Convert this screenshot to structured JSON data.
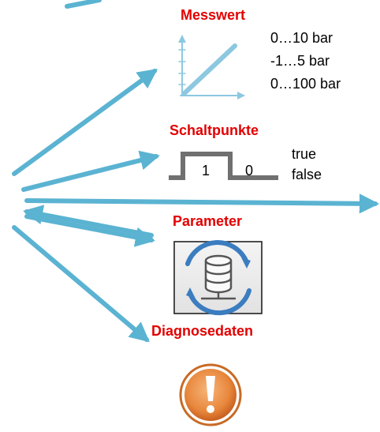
{
  "colors": {
    "arrow": "#5bb3d2",
    "heading": "#e30000",
    "signal": "#707070",
    "axis": "#8cc8e0",
    "icon_frame_bg": "#ececec",
    "warning_orange": "#e8873c"
  },
  "messwert": {
    "heading": "Messwert",
    "ranges": [
      "0…10 bar",
      "-1…5 bar",
      "0…100 bar"
    ]
  },
  "schaltpunkte": {
    "heading": "Schaltpunkte",
    "high_value": "1",
    "low_value": "0",
    "states": [
      "true",
      "false"
    ]
  },
  "parameter": {
    "heading": "Parameter",
    "icon": "database-sync-icon"
  },
  "diagnosedaten": {
    "heading": "Diagnosedaten",
    "icon": "warning-exclamation-icon"
  }
}
